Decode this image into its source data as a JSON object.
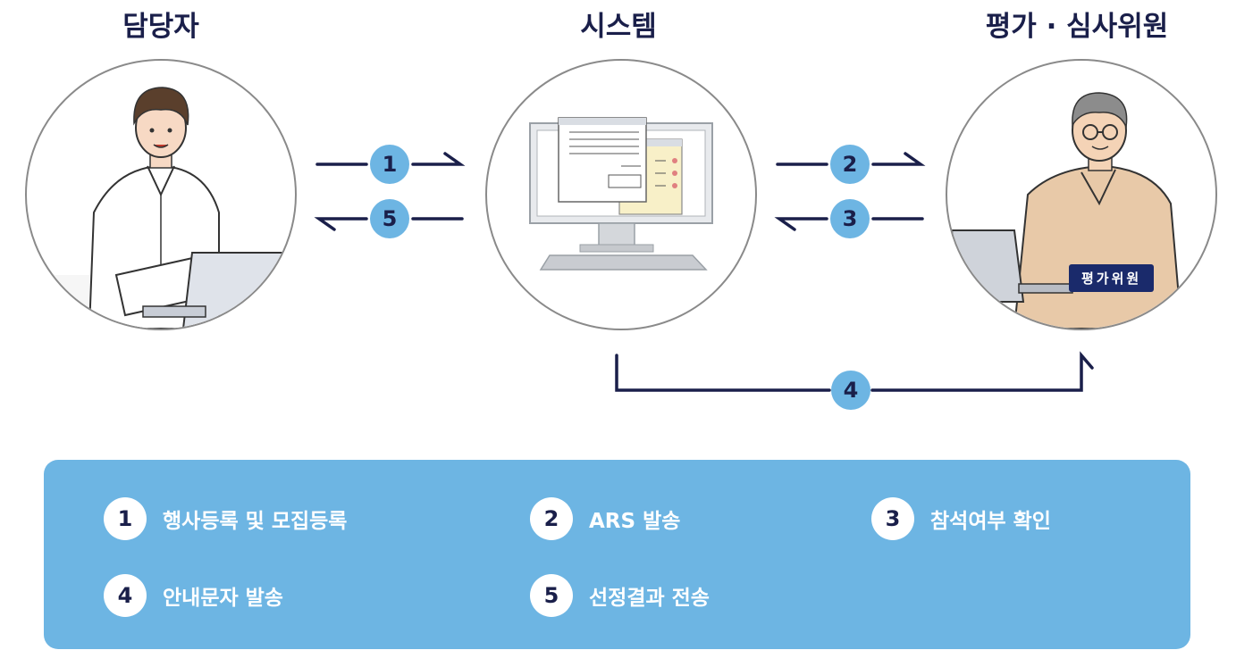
{
  "actors": {
    "manager": "담당자",
    "system": "시스템",
    "evaluator": "평가 · 심사위원"
  },
  "evaluator_tag": "평가위원",
  "flow_badges": [
    "1",
    "5",
    "2",
    "3",
    "4"
  ],
  "legend": [
    {
      "num": "1",
      "label": "행사등록 및 모집등록"
    },
    {
      "num": "2",
      "label": "ARS 발송"
    },
    {
      "num": "3",
      "label": "참석여부 확인"
    },
    {
      "num": "4",
      "label": "안내문자 발송"
    },
    {
      "num": "5",
      "label": "선정결과 전송"
    }
  ],
  "colors": {
    "navy": "#1a1f4a",
    "accent": "#6db5e3"
  }
}
